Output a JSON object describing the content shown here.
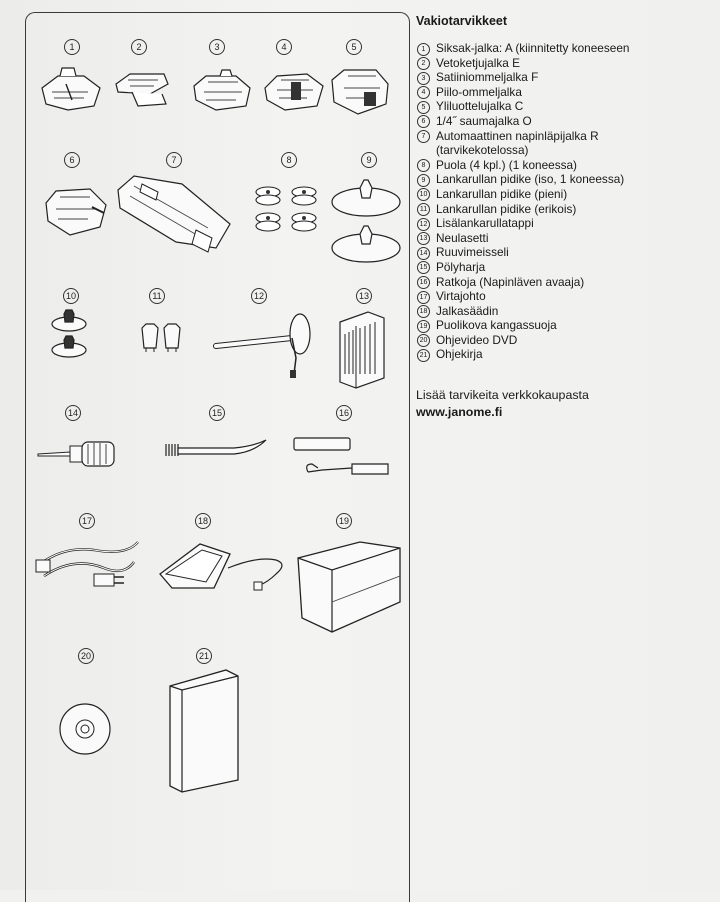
{
  "heading": "Vakiotarvikkeet",
  "items": [
    {
      "num": "1",
      "label": "Siksak-jalka: A (kiinnitetty koneeseen"
    },
    {
      "num": "2",
      "label": "Vetoketjujalka E"
    },
    {
      "num": "3",
      "label": "Satiiniommeljalka F"
    },
    {
      "num": "4",
      "label": "Piilo-ommeljalka"
    },
    {
      "num": "5",
      "label": "Yliluottelujalka C"
    },
    {
      "num": "6",
      "label": "1/4˝ saumajalka O"
    },
    {
      "num": "7",
      "label": "Automaattinen napinläpijalka R",
      "cont": "(tarvikekotelossa)"
    },
    {
      "num": "8",
      "label": "Puola (4 kpl.) (1 koneessa)"
    },
    {
      "num": "9",
      "label": "Lankarullan pidike (iso, 1 koneessa)"
    },
    {
      "num": "10",
      "label": "Lankarullan pidike (pieni)"
    },
    {
      "num": "11",
      "label": "Lankarullan pidike (erikois)"
    },
    {
      "num": "12",
      "label": "Lisälankarullatappi"
    },
    {
      "num": "13",
      "label": "Neulasetti"
    },
    {
      "num": "14",
      "label": "Ruuvimeisseli"
    },
    {
      "num": "15",
      "label": "Pölyharja"
    },
    {
      "num": "16",
      "label": "Ratkoja (Napinläven avaaja)"
    },
    {
      "num": "17",
      "label": "Virtajohto"
    },
    {
      "num": "18",
      "label": "Jalkasäädin"
    },
    {
      "num": "19",
      "label": "Puolikova kangassuoja"
    },
    {
      "num": "20",
      "label": "Ohjevideo DVD"
    },
    {
      "num": "21",
      "label": "Ohjekirja"
    }
  ],
  "shop": {
    "text": "Lisää tarvikeita verkkokaupasta",
    "url": "www.janome.fi"
  }
}
